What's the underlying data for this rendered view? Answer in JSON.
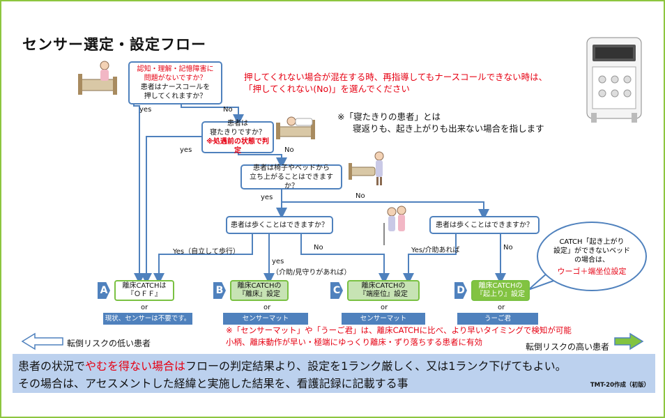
{
  "title": "センサー選定・設定フロー",
  "q1": {
    "line1": "認知・理解・記憶障害に",
    "line2": "問題がないですか？",
    "line3": "患者はナースコールを",
    "line4": "押してくれますか？"
  },
  "q2": {
    "line1": "患者は",
    "line2": "寝たきりですか？",
    "line3": "※処遇前の状態で判定"
  },
  "q3": {
    "line1": "患者は椅子やベッドから",
    "line2": "立ち上がることはできますか？"
  },
  "q4": {
    "text": "患者は歩くことはできますか？"
  },
  "q5": {
    "text": "患者は歩くことはできますか？"
  },
  "note1": {
    "line1": "押してくれない場合が混在する時、再指導してもナースコールできない時は、",
    "line2": "「押してくれない(No)」を選んでください"
  },
  "note2": {
    "line1": "※「寝たきりの患者」とは",
    "line2": "寝返りも、起き上がりも出来ない場合を指します"
  },
  "labels": {
    "yes1": "yes",
    "no1": "No",
    "yes2": "yes",
    "no2": "No",
    "yes3": "yes",
    "no3": "No",
    "yes_walk": "Yes（自立して歩行）",
    "no_walk": "No",
    "yes_assist": "yes",
    "yes_assist_sub": "（介助/見守りがあれば）",
    "yes_assist2": "Yes/介助あれば",
    "no_walk2": "No"
  },
  "results": [
    {
      "letter": "A",
      "line1": "離床CATCHは",
      "line2": "『ＯＦＦ』",
      "or": "or",
      "alt": "現状、センサーは不要です。"
    },
    {
      "letter": "B",
      "line1": "離床CATCHの",
      "line2": "『離床』設定",
      "or": "or",
      "alt": "センサーマット"
    },
    {
      "letter": "C",
      "line1": "離床CATCHの",
      "line2": "『端座位』設定",
      "or": "or",
      "alt": "センサーマット"
    },
    {
      "letter": "D",
      "line1": "離床CATCHの",
      "line2": "『起上り』設定",
      "or": "or",
      "alt": "うーご君"
    }
  ],
  "bubble": {
    "line1": "CATCH「起き上がり",
    "line2": "設定」ができないベッド",
    "line3": "の場合は、",
    "line4": "ウーゴ＋端坐位設定"
  },
  "note3": {
    "line1": "※「センサーマット」や「うーご君」は、離床CATCHに比べ、より早いタイミングで検知が可能",
    "line2": "小柄、離床動作が早い・極端にゆっくり離床・ずり落ちする患者に有効"
  },
  "risk_low": "転倒リスクの低い患者",
  "risk_high": "転倒リスクの高い患者",
  "bottom": {
    "line1_a": "患者の状況で",
    "line1_b": "やむを得ない場合は",
    "line1_c": "フローの判定結果より、設定を1ランク厳しく、又は1ランク下げてもよい。",
    "line2": "その場合は、アセスメントした経緯と実施した結果を、看護記録に記載する事",
    "tmt": "TMT-20作成（初版）"
  },
  "colors": {
    "accent": "#4f81bd",
    "green": "#82c341",
    "red": "#e60012",
    "bar": "#bcd1ee"
  }
}
